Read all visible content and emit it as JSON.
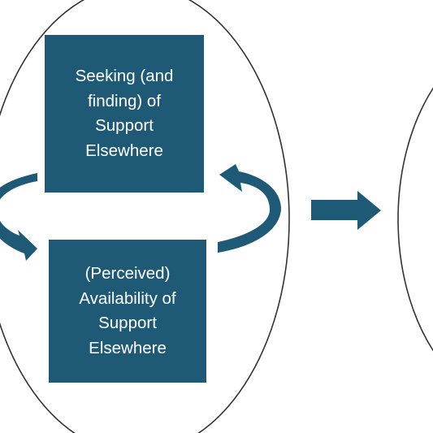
{
  "diagram": {
    "nodes": [
      {
        "id": "seeking-support",
        "lines": [
          "Seeking (and",
          "finding) of",
          "Support",
          "Elsewhere"
        ]
      },
      {
        "id": "perceived-availability",
        "lines": [
          "(Perceived)",
          "Availability of",
          "Support",
          "Elsewhere"
        ]
      }
    ],
    "edges": [
      {
        "from": "seeking-support",
        "to": "perceived-availability",
        "style": "curved-arrow-left"
      },
      {
        "from": "perceived-availability",
        "to": "seeking-support",
        "style": "curved-arrow-right"
      }
    ],
    "colors": {
      "box_fill": "#1e5a76",
      "arrow_fill": "#1e5a76",
      "outline": "#333333",
      "text": "#ffffff"
    }
  }
}
